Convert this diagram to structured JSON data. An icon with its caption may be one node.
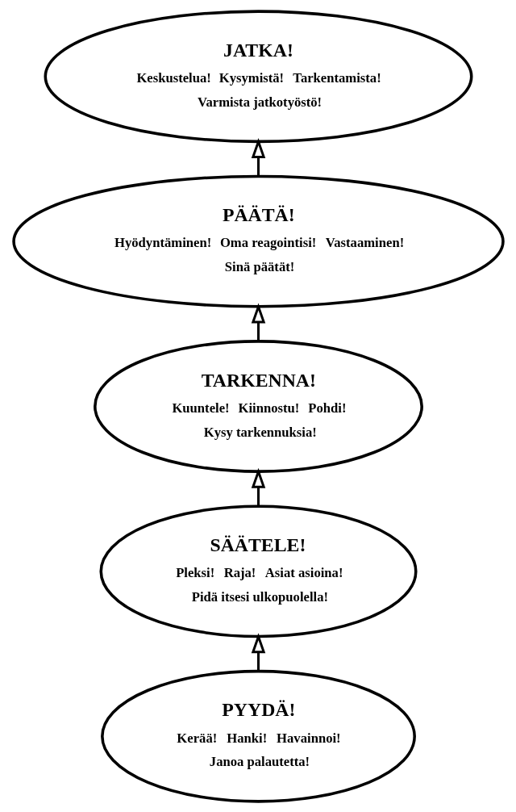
{
  "diagram": {
    "nodes": [
      {
        "text": [
          "JATKA!",
          "Keskustelua!",
          "Kysymistä!",
          "Tarkentamista!",
          "Varmista jatkotyöstö!"
        ]
      },
      {
        "text": [
          "PÄÄTÄ!",
          "Hyödyntäminen!",
          "Oma reagointisi!",
          "Vastaaminen!",
          "Sinä päätät!"
        ]
      },
      {
        "text": [
          "TARKENNA!",
          "Kuuntele!",
          "Kiinnostu!",
          "Pohdi!",
          "Kysy tarkennuksia!"
        ]
      },
      {
        "text": [
          "SÄÄTELE!",
          "Pleksi!",
          "Raja!",
          "Asiat asioina!",
          "Pidä itsesi ulkopuolella!"
        ]
      },
      {
        "text": [
          "PYYDÄ!",
          "Kerää!",
          "Hanki!",
          "Havainnoi!",
          "Janoa palautetta!"
        ]
      }
    ],
    "edges": [
      {
        "from": 4,
        "to": 3,
        "arrow": "to"
      },
      {
        "from": 3,
        "to": 2,
        "arrow": "to"
      },
      {
        "from": 2,
        "to": 1,
        "arrow": "to"
      },
      {
        "from": 1,
        "to": 0,
        "arrow": "to"
      }
    ]
  }
}
